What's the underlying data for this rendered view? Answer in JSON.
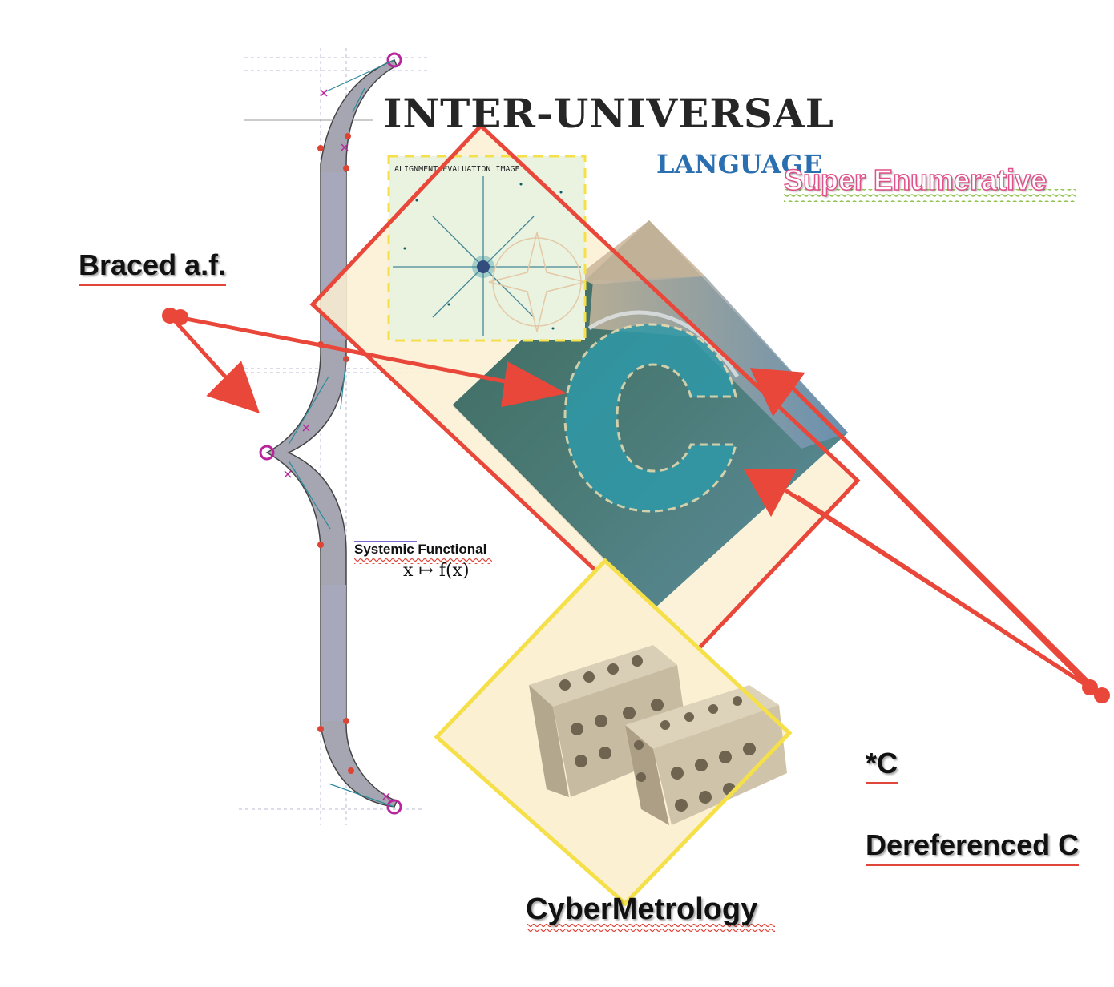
{
  "title": "INTER-UNIVERSAL",
  "subtitle": "LANGUAGE",
  "tag_super": "Super Enumerative",
  "label_braced": "Braced a.f.",
  "label_systemic": "Systemic Functional",
  "label_formula": "x ↦ f(x)",
  "label_deref_short": "*C",
  "label_deref_long": "Dereferenced C",
  "label_cyber": "CyberMetrology",
  "image_alignment_caption": "ALIGNMENT EVALUATION IMAGE",
  "big_letter": "C",
  "colors": {
    "accent_red": "#e8473a",
    "accent_yellow": "#f5e04a",
    "cream_fill": "#fbf0d2",
    "language_blue": "#2a6fb0",
    "super_pink": "#e0508a",
    "brace_gray": "#a6a6b2"
  }
}
